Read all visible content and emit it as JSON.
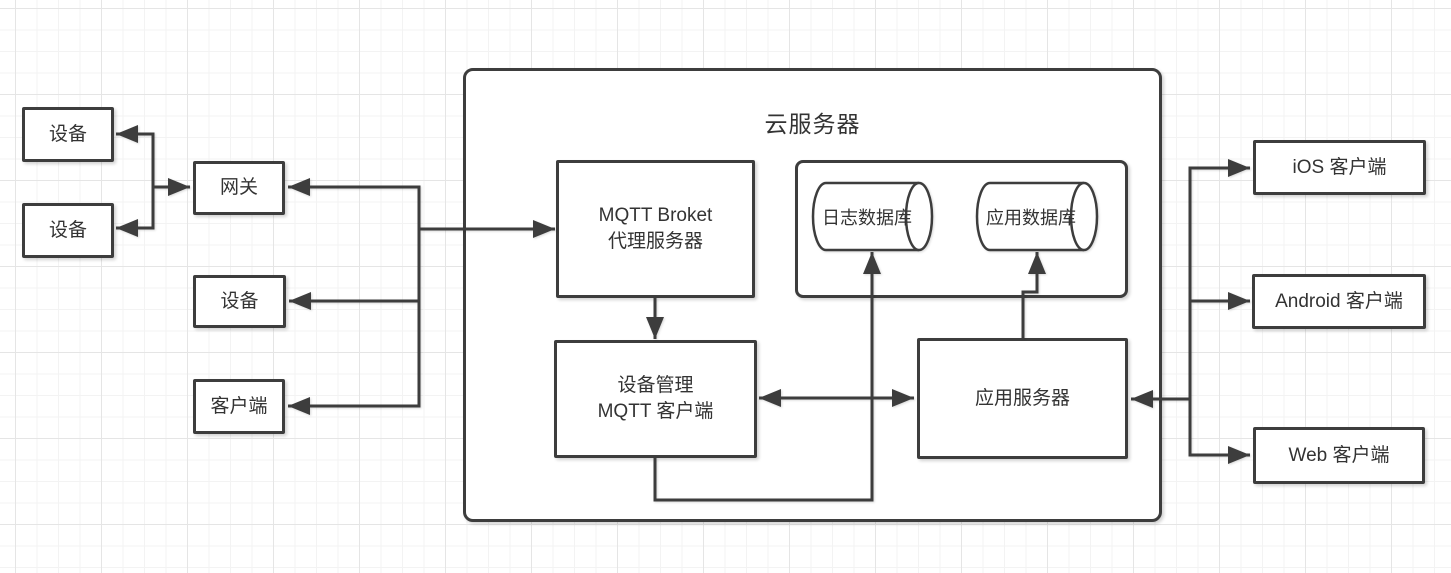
{
  "cloud": {
    "title": "云服务器"
  },
  "colors": {
    "stroke": "#3d3d3d",
    "text": "#333333",
    "background": "#ffffff"
  },
  "nodes": {
    "device_top": {
      "label": "设备"
    },
    "device_bottom": {
      "label": "设备"
    },
    "gateway": {
      "label": "网关"
    },
    "device_mid": {
      "label": "设备"
    },
    "client": {
      "label": "客户端"
    },
    "mqtt_broker": {
      "line1": "MQTT Broket",
      "line2": "代理服务器"
    },
    "log_db": {
      "label": "日志数据库"
    },
    "app_db": {
      "label": "应用数据库"
    },
    "device_mgmt": {
      "line1": "设备管理",
      "line2": "MQTT 客户端"
    },
    "app_server": {
      "label": "应用服务器"
    },
    "ios_client": {
      "label": "iOS 客户端"
    },
    "android_client": {
      "label": "Android 客户端"
    },
    "web_client": {
      "label": "Web 客户端"
    }
  }
}
